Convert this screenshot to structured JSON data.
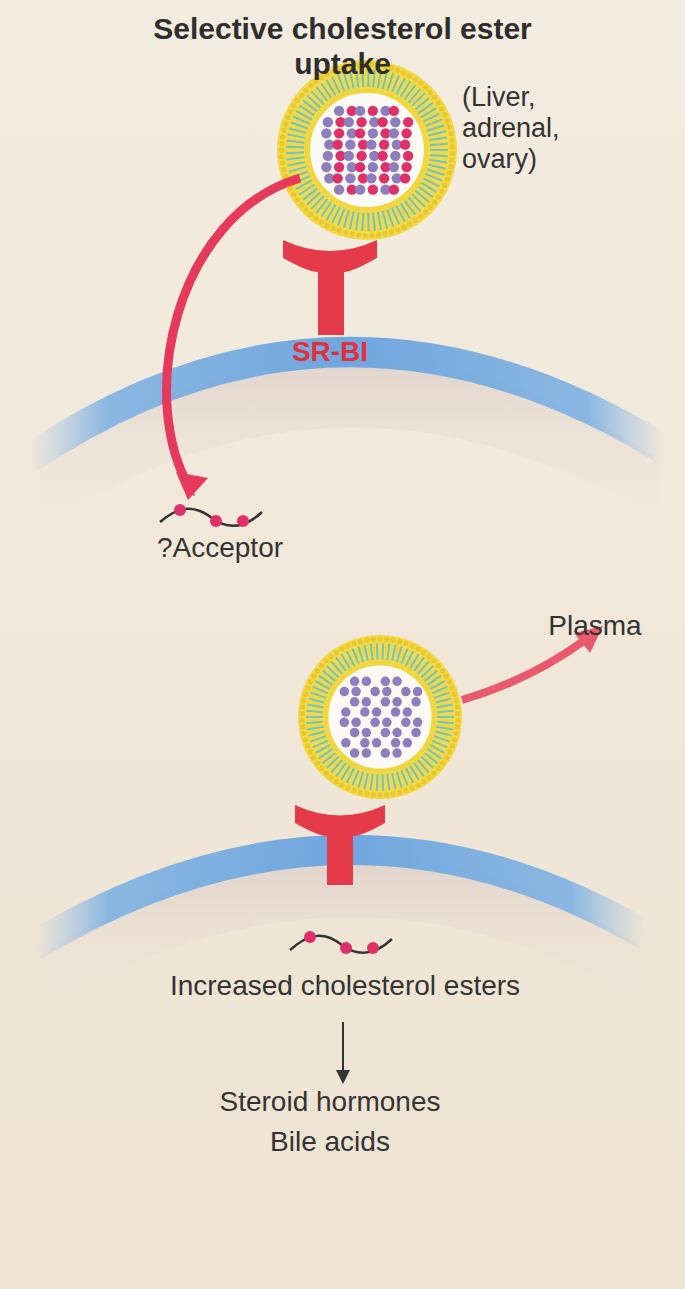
{
  "diagram": {
    "title": "Selective cholesterol ester uptake",
    "labels": [
      "(Liver, adrenal, ovary)",
      "SR-BI",
      "?Acceptor",
      "Plasma",
      "Increased cholesterol esters",
      "Steroid hormones",
      "Bile acids"
    ]
  }
}
